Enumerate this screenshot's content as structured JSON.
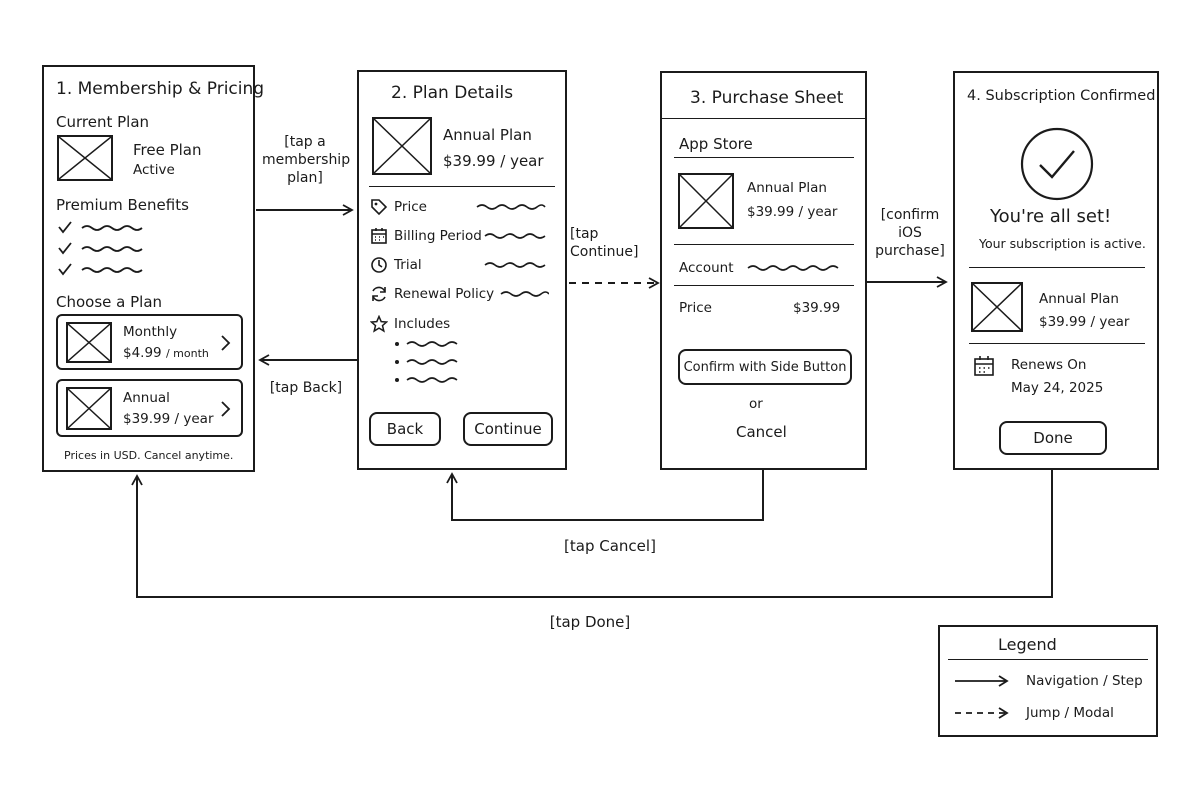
{
  "screens": {
    "s1": {
      "title": "1. Membership & Pricing",
      "current_plan_heading": "Current Plan",
      "current_plan_name": "Free Plan",
      "current_plan_status": "Active",
      "benefits_heading": "Premium Benefits",
      "choose_heading": "Choose a Plan",
      "plans": [
        {
          "name": "Monthly",
          "price": "$4.99",
          "period": "/ month"
        },
        {
          "name": "Annual",
          "price": "$39.99",
          "period": "/ year"
        }
      ],
      "footnote": "Prices in USD. Cancel anytime."
    },
    "s2": {
      "title": "2. Plan Details",
      "plan_name": "Annual Plan",
      "plan_price": "$39.99 / year",
      "rows": [
        "Price",
        "Billing Period",
        "Trial",
        "Renewal Policy",
        "Includes"
      ],
      "back_label": "Back",
      "continue_label": "Continue"
    },
    "s3": {
      "title": "3. Purchase Sheet",
      "store": "App Store",
      "plan_name": "Annual Plan",
      "plan_price": "$39.99 / year",
      "account_label": "Account",
      "price_label": "Price",
      "price_value": "$39.99",
      "confirm_label": "Confirm with Side Button",
      "or_text": "or",
      "cancel_label": "Cancel"
    },
    "s4": {
      "title": "4. Subscription Confirmed",
      "headline": "You're all set!",
      "subtext": "Your subscription is active.",
      "plan_name": "Annual Plan",
      "plan_price": "$39.99 / year",
      "renews_label": "Renews On",
      "renews_date": "May 24, 2025",
      "done_label": "Done"
    }
  },
  "transitions": {
    "tap_plan": [
      "[tap a",
      "membership",
      "plan]"
    ],
    "tap_back": "[tap Back]",
    "tap_continue": [
      "[tap",
      "Continue]"
    ],
    "confirm_ios": [
      "[confirm",
      "iOS",
      "purchase]"
    ],
    "tap_cancel": "[tap Cancel]",
    "tap_done": "[tap Done]"
  },
  "legend": {
    "title": "Legend",
    "solid": "Navigation / Step",
    "dashed": "Jump / Modal"
  }
}
